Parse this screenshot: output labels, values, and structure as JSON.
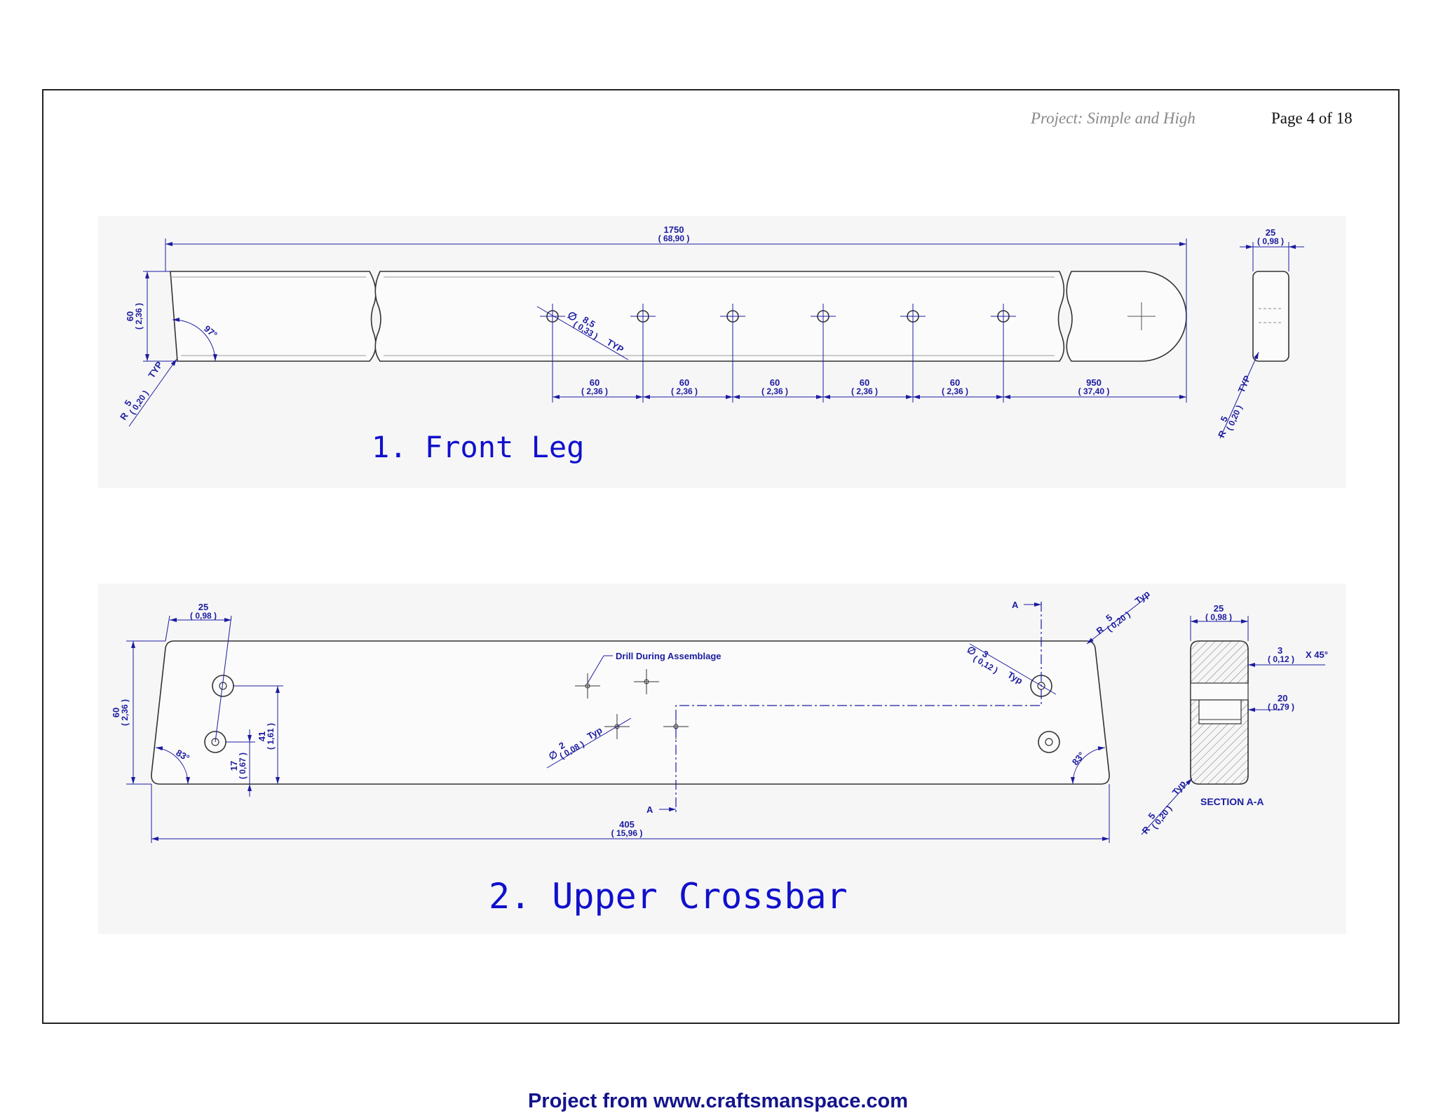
{
  "header": {
    "project": "Project: Simple and High",
    "page": "Page 4 of 18"
  },
  "parts": {
    "front_leg": {
      "title": "1. Front Leg",
      "length": {
        "mm": "1750",
        "in": "( 68,90 )"
      },
      "height": {
        "mm": "60",
        "in": "( 2,36 )"
      },
      "angle": "97°",
      "radius": {
        "prefix": "R",
        "mm": "5",
        "in": "( 0,20 )",
        "note": "TYP"
      },
      "hole": {
        "sym": "∅",
        "mm": "8,5",
        "in": "( 0,33 )",
        "note": "TYP"
      },
      "spacing": [
        {
          "mm": "60",
          "in": "( 2,36 )"
        },
        {
          "mm": "60",
          "in": "( 2,36 )"
        },
        {
          "mm": "60",
          "in": "( 2,36 )"
        },
        {
          "mm": "60",
          "in": "( 2,36 )"
        },
        {
          "mm": "60",
          "in": "( 2,36 )"
        },
        {
          "mm": "950",
          "in": "( 37,40 )"
        }
      ],
      "end_thickness": {
        "mm": "25",
        "in": "( 0,98 )"
      },
      "end_radius": {
        "prefix": "R",
        "mm": "5",
        "in": "( 0,20 )",
        "note": "TYP"
      }
    },
    "upper_crossbar": {
      "title": "2. Upper Crossbar",
      "top_offset": {
        "mm": "25",
        "in": "( 0,98 )"
      },
      "height": {
        "mm": "60",
        "in": "( 2,36 )"
      },
      "angle_left": "83°",
      "angle_right": "83°",
      "hole_y1": {
        "mm": "17",
        "in": "( 0,67 )"
      },
      "hole_y2": {
        "mm": "41",
        "in": "( 1,61 )"
      },
      "drill_note": "Drill During Assemblage",
      "small_hole": {
        "sym": "∅",
        "mm": "2",
        "in": "( 0,08 )",
        "note": "Typ"
      },
      "hole3": {
        "sym": "∅",
        "mm": "3",
        "in": "( 0,12 )",
        "note": "Typ"
      },
      "radius": {
        "prefix": "R",
        "mm": "5",
        "in": "( 0,20 )",
        "note": "Typ"
      },
      "length": {
        "mm": "405",
        "in": "( 15,96 )"
      },
      "section_mark": "A",
      "section": {
        "label": "SECTION A-A",
        "thickness": {
          "mm": "25",
          "in": "( 0,98 )"
        },
        "chamfer": {
          "mm": "3",
          "in": "( 0,12 )",
          "suffix": "X 45°"
        },
        "depth": {
          "mm": "20",
          "in": "( 0,79 )"
        },
        "radius": {
          "prefix": "R",
          "mm": "5",
          "in": "( 0,20 )",
          "note": "Typ"
        }
      }
    }
  },
  "footer": "Project from www.craftsmanspace.com",
  "colors": {
    "ink": "#1c1ca0",
    "outline": "#333333",
    "panel": "#f6f6f7",
    "frame": "#222222"
  }
}
